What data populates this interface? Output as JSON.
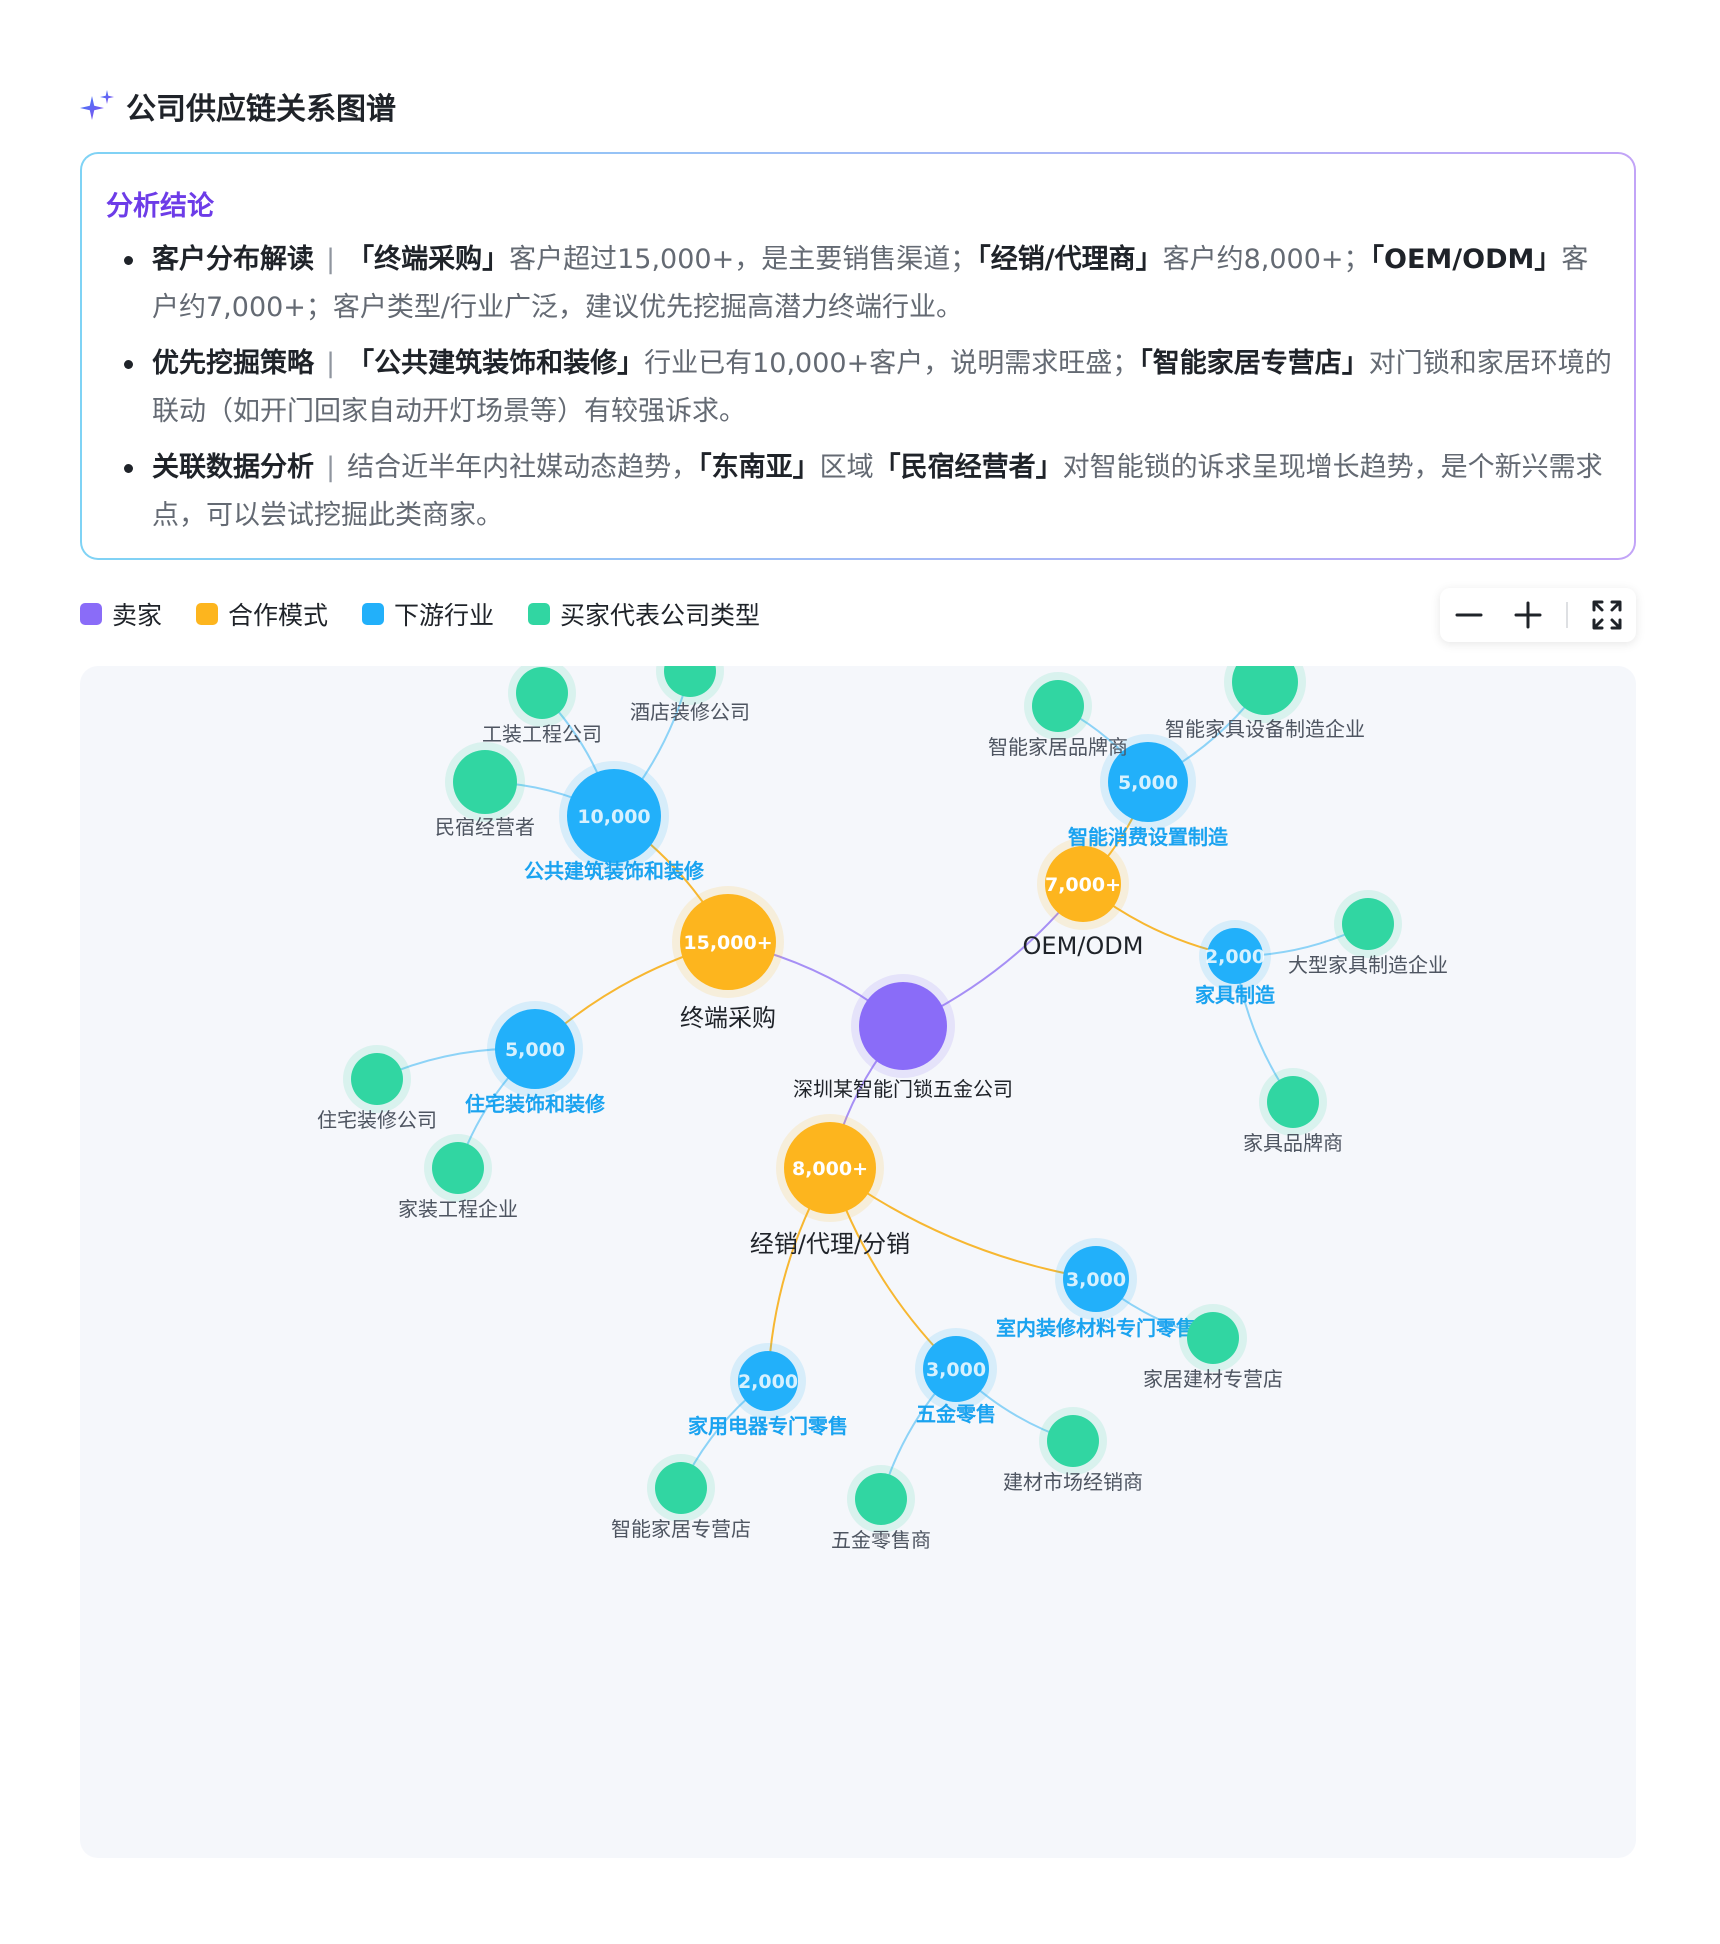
{
  "title": "公司供应链关系图谱",
  "colors": {
    "seller": "#8a6cf8",
    "mode": "#fdb51e",
    "industry": "#22b0fa",
    "buyer": "#31d6a2",
    "industry_label": "#1aa3f0"
  },
  "summary": {
    "title": "分析结论",
    "bullets": [
      {
        "head": "客户分布解读",
        "segments": [
          {
            "t": "「终端采购」",
            "b": true
          },
          {
            "t": "客户超过15,000+，是主要销售渠道；",
            "b": false
          },
          {
            "t": "「经销/代理商」",
            "b": true
          },
          {
            "t": "客户约8,000+；",
            "b": false
          },
          {
            "t": "「OEM/ODM」",
            "b": true
          },
          {
            "t": "客户约7,000+；客户类型/行业广泛，建议优先挖掘高潜力终端行业。",
            "b": false
          }
        ]
      },
      {
        "head": "优先挖掘策略",
        "segments": [
          {
            "t": "「公共建筑装饰和装修」",
            "b": true
          },
          {
            "t": "行业已有10,000+客户，说明需求旺盛；",
            "b": false
          },
          {
            "t": "「智能家居专营店」",
            "b": true
          },
          {
            "t": "对门锁和家居环境的联动（如开门回家自动开灯场景等）有较强诉求。",
            "b": false
          }
        ]
      },
      {
        "head": "关联数据分析",
        "segments": [
          {
            "t": "结合近半年内社媒动态趋势，",
            "b": false
          },
          {
            "t": "「东南亚」",
            "b": true
          },
          {
            "t": "区域",
            "b": false
          },
          {
            "t": "「民宿经营者」",
            "b": true
          },
          {
            "t": "对智能锁的诉求呈现增长趋势，是个新兴需求点，可以尝试挖掘此类商家。",
            "b": false
          }
        ]
      }
    ]
  },
  "legend": [
    {
      "label": "卖家",
      "color": "#8a6cf8"
    },
    {
      "label": "合作模式",
      "color": "#fdb51e"
    },
    {
      "label": "下游行业",
      "color": "#22b0fa"
    },
    {
      "label": "买家代表公司类型",
      "color": "#31d6a2"
    }
  ],
  "graph": {
    "nodes": [
      {
        "id": "seller",
        "type": "seller",
        "label": "深圳某智能门锁五金公司",
        "value": ""
      },
      {
        "id": "m1",
        "type": "mode",
        "label": "终端采购",
        "value": "15,000+"
      },
      {
        "id": "m2",
        "type": "mode",
        "label": "OEM/ODM",
        "value": "7,000+"
      },
      {
        "id": "m3",
        "type": "mode",
        "label": "经销/代理/分销",
        "value": "8,000+"
      },
      {
        "id": "i1",
        "type": "industry",
        "label": "公共建筑装饰和装修",
        "value": "10,000"
      },
      {
        "id": "i2",
        "type": "industry",
        "label": "住宅装饰和装修",
        "value": "5,000"
      },
      {
        "id": "i3",
        "type": "industry",
        "label": "智能消费设置制造",
        "value": "5,000"
      },
      {
        "id": "i4",
        "type": "industry",
        "label": "家具制造",
        "value": "2,000"
      },
      {
        "id": "i5",
        "type": "industry",
        "label": "室内装修材料专门零售",
        "value": "3,000"
      },
      {
        "id": "i6",
        "type": "industry",
        "label": "五金零售",
        "value": "3,000"
      },
      {
        "id": "i7",
        "type": "industry",
        "label": "家用电器专门零售",
        "value": "2,000"
      },
      {
        "id": "b1",
        "type": "buyer",
        "label": "工装工程公司"
      },
      {
        "id": "b2",
        "type": "buyer",
        "label": "酒店装修公司"
      },
      {
        "id": "b3",
        "type": "buyer",
        "label": "民宿经营者"
      },
      {
        "id": "b4",
        "type": "buyer",
        "label": "住宅装修公司"
      },
      {
        "id": "b5",
        "type": "buyer",
        "label": "家装工程企业"
      },
      {
        "id": "b6",
        "type": "buyer",
        "label": "智能家居品牌商"
      },
      {
        "id": "b7",
        "type": "buyer",
        "label": "智能家具设备制造企业"
      },
      {
        "id": "b8",
        "type": "buyer",
        "label": "大型家具制造企业"
      },
      {
        "id": "b9",
        "type": "buyer",
        "label": "家具品牌商"
      },
      {
        "id": "b10",
        "type": "buyer",
        "label": "家居建材专营店"
      },
      {
        "id": "b11",
        "type": "buyer",
        "label": "建材市场经销商"
      },
      {
        "id": "b12",
        "type": "buyer",
        "label": "五金零售商"
      },
      {
        "id": "b13",
        "type": "buyer",
        "label": "智能家居专营店"
      }
    ],
    "edges": [
      [
        "seller",
        "m1"
      ],
      [
        "seller",
        "m2"
      ],
      [
        "seller",
        "m3"
      ],
      [
        "m1",
        "i1"
      ],
      [
        "m1",
        "i2"
      ],
      [
        "m2",
        "i3"
      ],
      [
        "m2",
        "i4"
      ],
      [
        "m3",
        "i5"
      ],
      [
        "m3",
        "i6"
      ],
      [
        "m3",
        "i7"
      ],
      [
        "i1",
        "b1"
      ],
      [
        "i1",
        "b2"
      ],
      [
        "i1",
        "b3"
      ],
      [
        "i2",
        "b4"
      ],
      [
        "i2",
        "b5"
      ],
      [
        "i3",
        "b6"
      ],
      [
        "i3",
        "b7"
      ],
      [
        "i4",
        "b8"
      ],
      [
        "i4",
        "b9"
      ],
      [
        "i5",
        "b10"
      ],
      [
        "i6",
        "b11"
      ],
      [
        "i6",
        "b12"
      ],
      [
        "i7",
        "b13"
      ]
    ]
  }
}
